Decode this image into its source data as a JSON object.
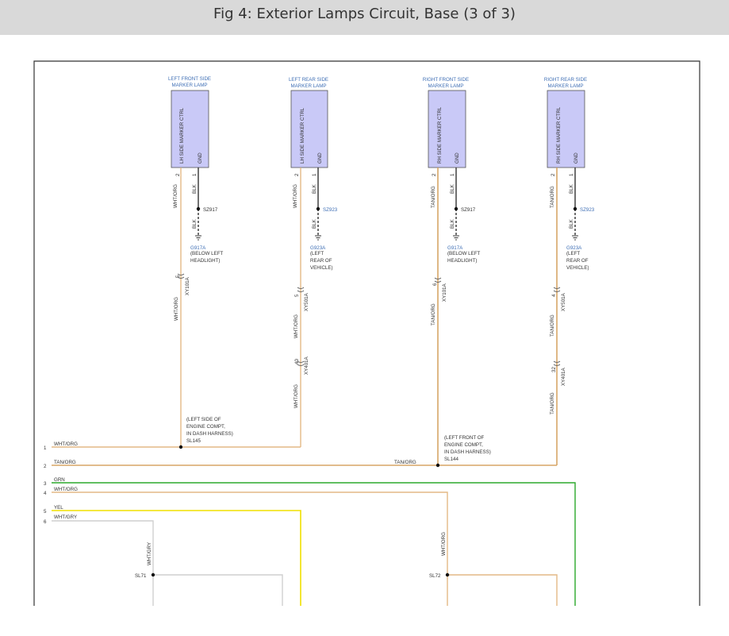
{
  "title": "Fig 4: Exterior Lamps Circuit, Base (3 of 3)",
  "components": [
    {
      "name_l1": "LEFT FRONT SIDE",
      "name_l2": "MARKER LAMP",
      "ctrl": "LH SIDE MARKER CTRL",
      "gnd": "GND",
      "pin_a": "2",
      "pin_b": "1",
      "wire_a": "WHT/ORG",
      "wire_b": "BLK",
      "splice": "SZ917",
      "wire_b2": "BLK",
      "ground": "G917A",
      "ground_d1": "(BELOW LEFT",
      "ground_d2": "HEADLIGHT)",
      "ground_d3": "",
      "conn1_pin": "5",
      "conn1": "XY101A",
      "wire_a2": "WHT/ORG",
      "conn2_pin": "",
      "conn2": "",
      "wire_a3": ""
    },
    {
      "name_l1": "LEFT REAR SIDE",
      "name_l2": "MARKER LAMP",
      "ctrl": "LH SIDE MARKER CTRL",
      "gnd": "GND",
      "pin_a": "2",
      "pin_b": "1",
      "wire_a": "WHT/ORG",
      "wire_b": "BLK",
      "splice": "SZ923",
      "wire_b2": "BLK",
      "ground": "G923A",
      "ground_d1": "(LEFT",
      "ground_d2": "REAR OF",
      "ground_d3": "VEHICLE)",
      "conn1_pin": "5",
      "conn1": "XY501A",
      "wire_a2": "WHT/ORG",
      "conn2_pin": "40",
      "conn2": "XY401A",
      "wire_a3": "WHT/ORG"
    },
    {
      "name_l1": "RIGHT FRONT SIDE",
      "name_l2": "MARKER LAMP",
      "ctrl": "RH SIDE MARKER CTRL",
      "gnd": "GND",
      "pin_a": "2",
      "pin_b": "1",
      "wire_a": "TAN/ORG",
      "wire_b": "BLK",
      "splice": "SZ917",
      "wire_b2": "BLK",
      "ground": "G917A",
      "ground_d1": "(BELOW LEFT",
      "ground_d2": "HEADLIGHT)",
      "ground_d3": "",
      "conn1_pin": "6",
      "conn1": "XY101A",
      "wire_a2": "TAN/ORG",
      "conn2_pin": "",
      "conn2": "",
      "wire_a3": ""
    },
    {
      "name_l1": "RIGHT REAR SIDE",
      "name_l2": "MARKER LAMP",
      "ctrl": "RH SIDE MARKER CTRL",
      "gnd": "GND",
      "pin_a": "2",
      "pin_b": "1",
      "wire_a": "TAN/ORG",
      "wire_b": "BLK",
      "splice": "SZ923",
      "wire_b2": "BLK",
      "ground": "G923A",
      "ground_d1": "(LEFT",
      "ground_d2": "REAR OF",
      "ground_d3": "VEHICLE)",
      "conn1_pin": "4",
      "conn1": "XY501A",
      "wire_a2": "TAN/ORG",
      "conn2_pin": "32",
      "conn2": "XY401A",
      "wire_a3": "TAN/ORG"
    }
  ],
  "sl145": {
    "d1": "(LEFT SIDE OF",
    "d2": "ENGINE COMPT,",
    "d3": "IN DASH HARNESS)",
    "id": "SL145"
  },
  "sl144": {
    "d1": "(LEFT FRONT OF",
    "d2": "ENGINE COMPT,",
    "d3": "IN DASH HARNESS)",
    "id": "SL144"
  },
  "rails": [
    {
      "num": "1",
      "wire": "WHT/ORG"
    },
    {
      "num": "2",
      "wire": "TAN/ORG"
    },
    {
      "num": "3",
      "wire": "GRN"
    },
    {
      "num": "4",
      "wire": "WHT/ORG"
    },
    {
      "num": "5",
      "wire": "YEL"
    },
    {
      "num": "6",
      "wire": "WHT/GRY"
    }
  ],
  "rail2_right_label": "TAN/ORG",
  "sl71": {
    "id": "SL71",
    "wire": "WHT/GRY"
  },
  "sl72": {
    "id": "SL72",
    "wire": "WHT/ORG"
  },
  "colors": {
    "tan": "#e3b985",
    "green": "#2ca92c",
    "yellow": "#f0e000",
    "gray": "#cfcfcf",
    "component": "#c9c9f7",
    "label_blue": "#3f6fb5"
  }
}
